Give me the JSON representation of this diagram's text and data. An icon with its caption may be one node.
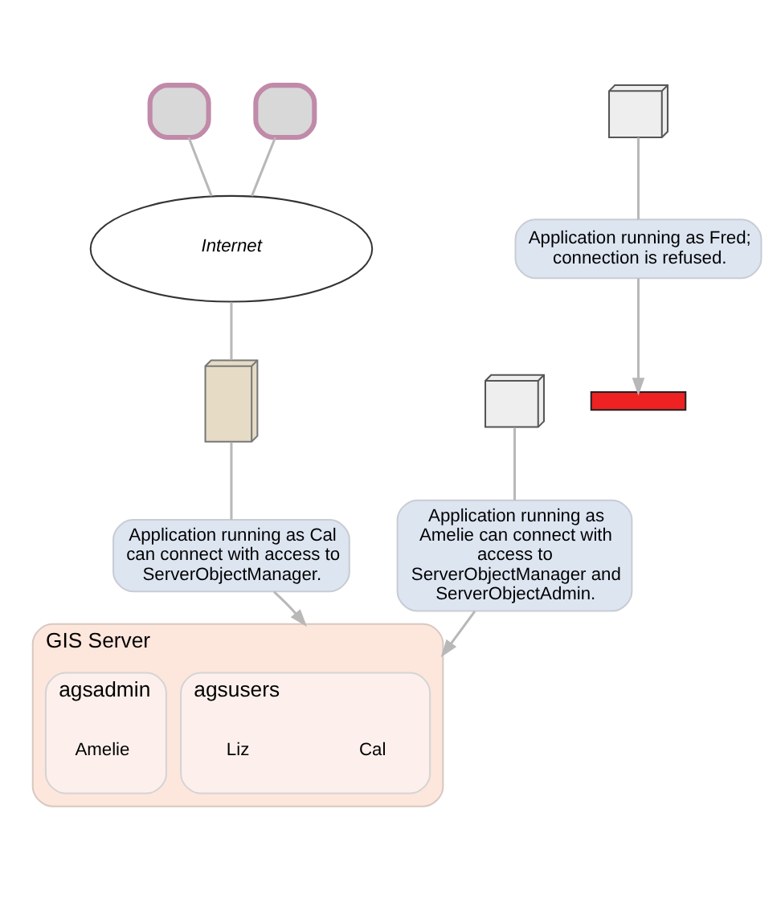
{
  "diagram": {
    "nodes": [
      {
        "text": [],
        "shape": "monitor"
      },
      {
        "text": [],
        "shape": "monitor"
      },
      {
        "text": [
          "Internet"
        ]
      },
      {
        "text": [],
        "shape": "computer"
      },
      {
        "text": [],
        "shape": "server"
      },
      {
        "text": [],
        "shape": "computer"
      },
      {
        "text": [
          "Application running as Amelie can connect with access to ServerObjectManager and ServerObjectAdmin."
        ]
      },
      {
        "text": [
          "Application running as Cal can connect with access to ServerObjectManager."
        ]
      },
      {
        "text": [
          "Application running as Fred; connection is refused."
        ]
      },
      {
        "text": [
          "GIS Server"
        ]
      },
      {
        "text": [
          "agsusers"
        ],
        "in": 9
      },
      {
        "text": [
          "Cal"
        ],
        "in": 10
      },
      {
        "text": [
          "Liz"
        ],
        "in": 10
      },
      {
        "text": [
          "agsadmin"
        ],
        "in": 9
      },
      {
        "text": [
          "Amelie"
        ],
        "in": 13
      },
      {
        "text": [],
        "shape": "bar"
      }
    ],
    "edges": [
      {
        "from": 0,
        "to": 2,
        "arrow": "none"
      },
      {
        "from": 1,
        "to": 2,
        "arrow": "none"
      },
      {
        "from": 2,
        "to": 4,
        "arrow": "none"
      },
      {
        "from": 3,
        "to": 6,
        "arrow": "none"
      },
      {
        "from": 4,
        "to": 7,
        "arrow": "none"
      },
      {
        "from": 5,
        "to": 8,
        "arrow": "none"
      },
      {
        "from": 6,
        "to": 9,
        "arrow": "to"
      },
      {
        "from": 7,
        "to": 9,
        "arrow": "to"
      },
      {
        "from": 8,
        "to": 15,
        "arrow": "to"
      }
    ]
  }
}
